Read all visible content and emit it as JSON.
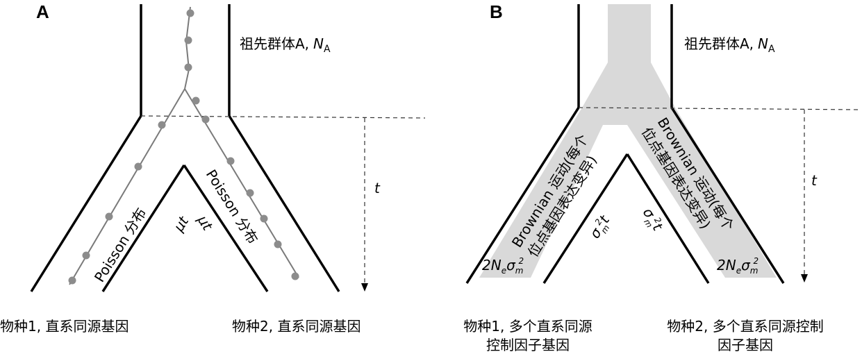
{
  "panel_a": {
    "label": "A",
    "ancestor_label": "祖先群体A,",
    "ancestor_symbol": "N",
    "ancestor_sub": "A",
    "left_process": "Poisson 分布",
    "right_process": "Poisson 分布",
    "left_rate": "μt",
    "right_rate": "μt",
    "time_label": "t",
    "species1": "物种1, 直系同源基因",
    "species2": "物种2, 直系同源基因"
  },
  "panel_b": {
    "label": "B",
    "ancestor_label": "祖先群体A,",
    "ancestor_symbol": "N",
    "ancestor_sub": "A",
    "left_process_line1": "Brownian 运动(每个",
    "left_process_line2": "位点基因表达变异)",
    "right_process_line1": "Brownian 运动(每个",
    "right_process_line2": "位点基因表达变异)",
    "left_inner": "σ",
    "right_inner": "σ",
    "inner_sup": "2",
    "inner_sub": "m",
    "inner_t": "t",
    "left_bottom": "2N",
    "right_bottom": "2N",
    "bottom_sub_e": "e",
    "bottom_sigma": "σ",
    "time_label": "t",
    "species1_line1": "物种1, 多个直系同源",
    "species1_line2": "控制因子基因",
    "species2_line1": "物种2, 多个直系同源控制",
    "species2_line2": "因子基因"
  },
  "colors": {
    "walls": "#000000",
    "mutation_dots": "#8c8c8c",
    "brownian_band": "#d9d9d9"
  }
}
